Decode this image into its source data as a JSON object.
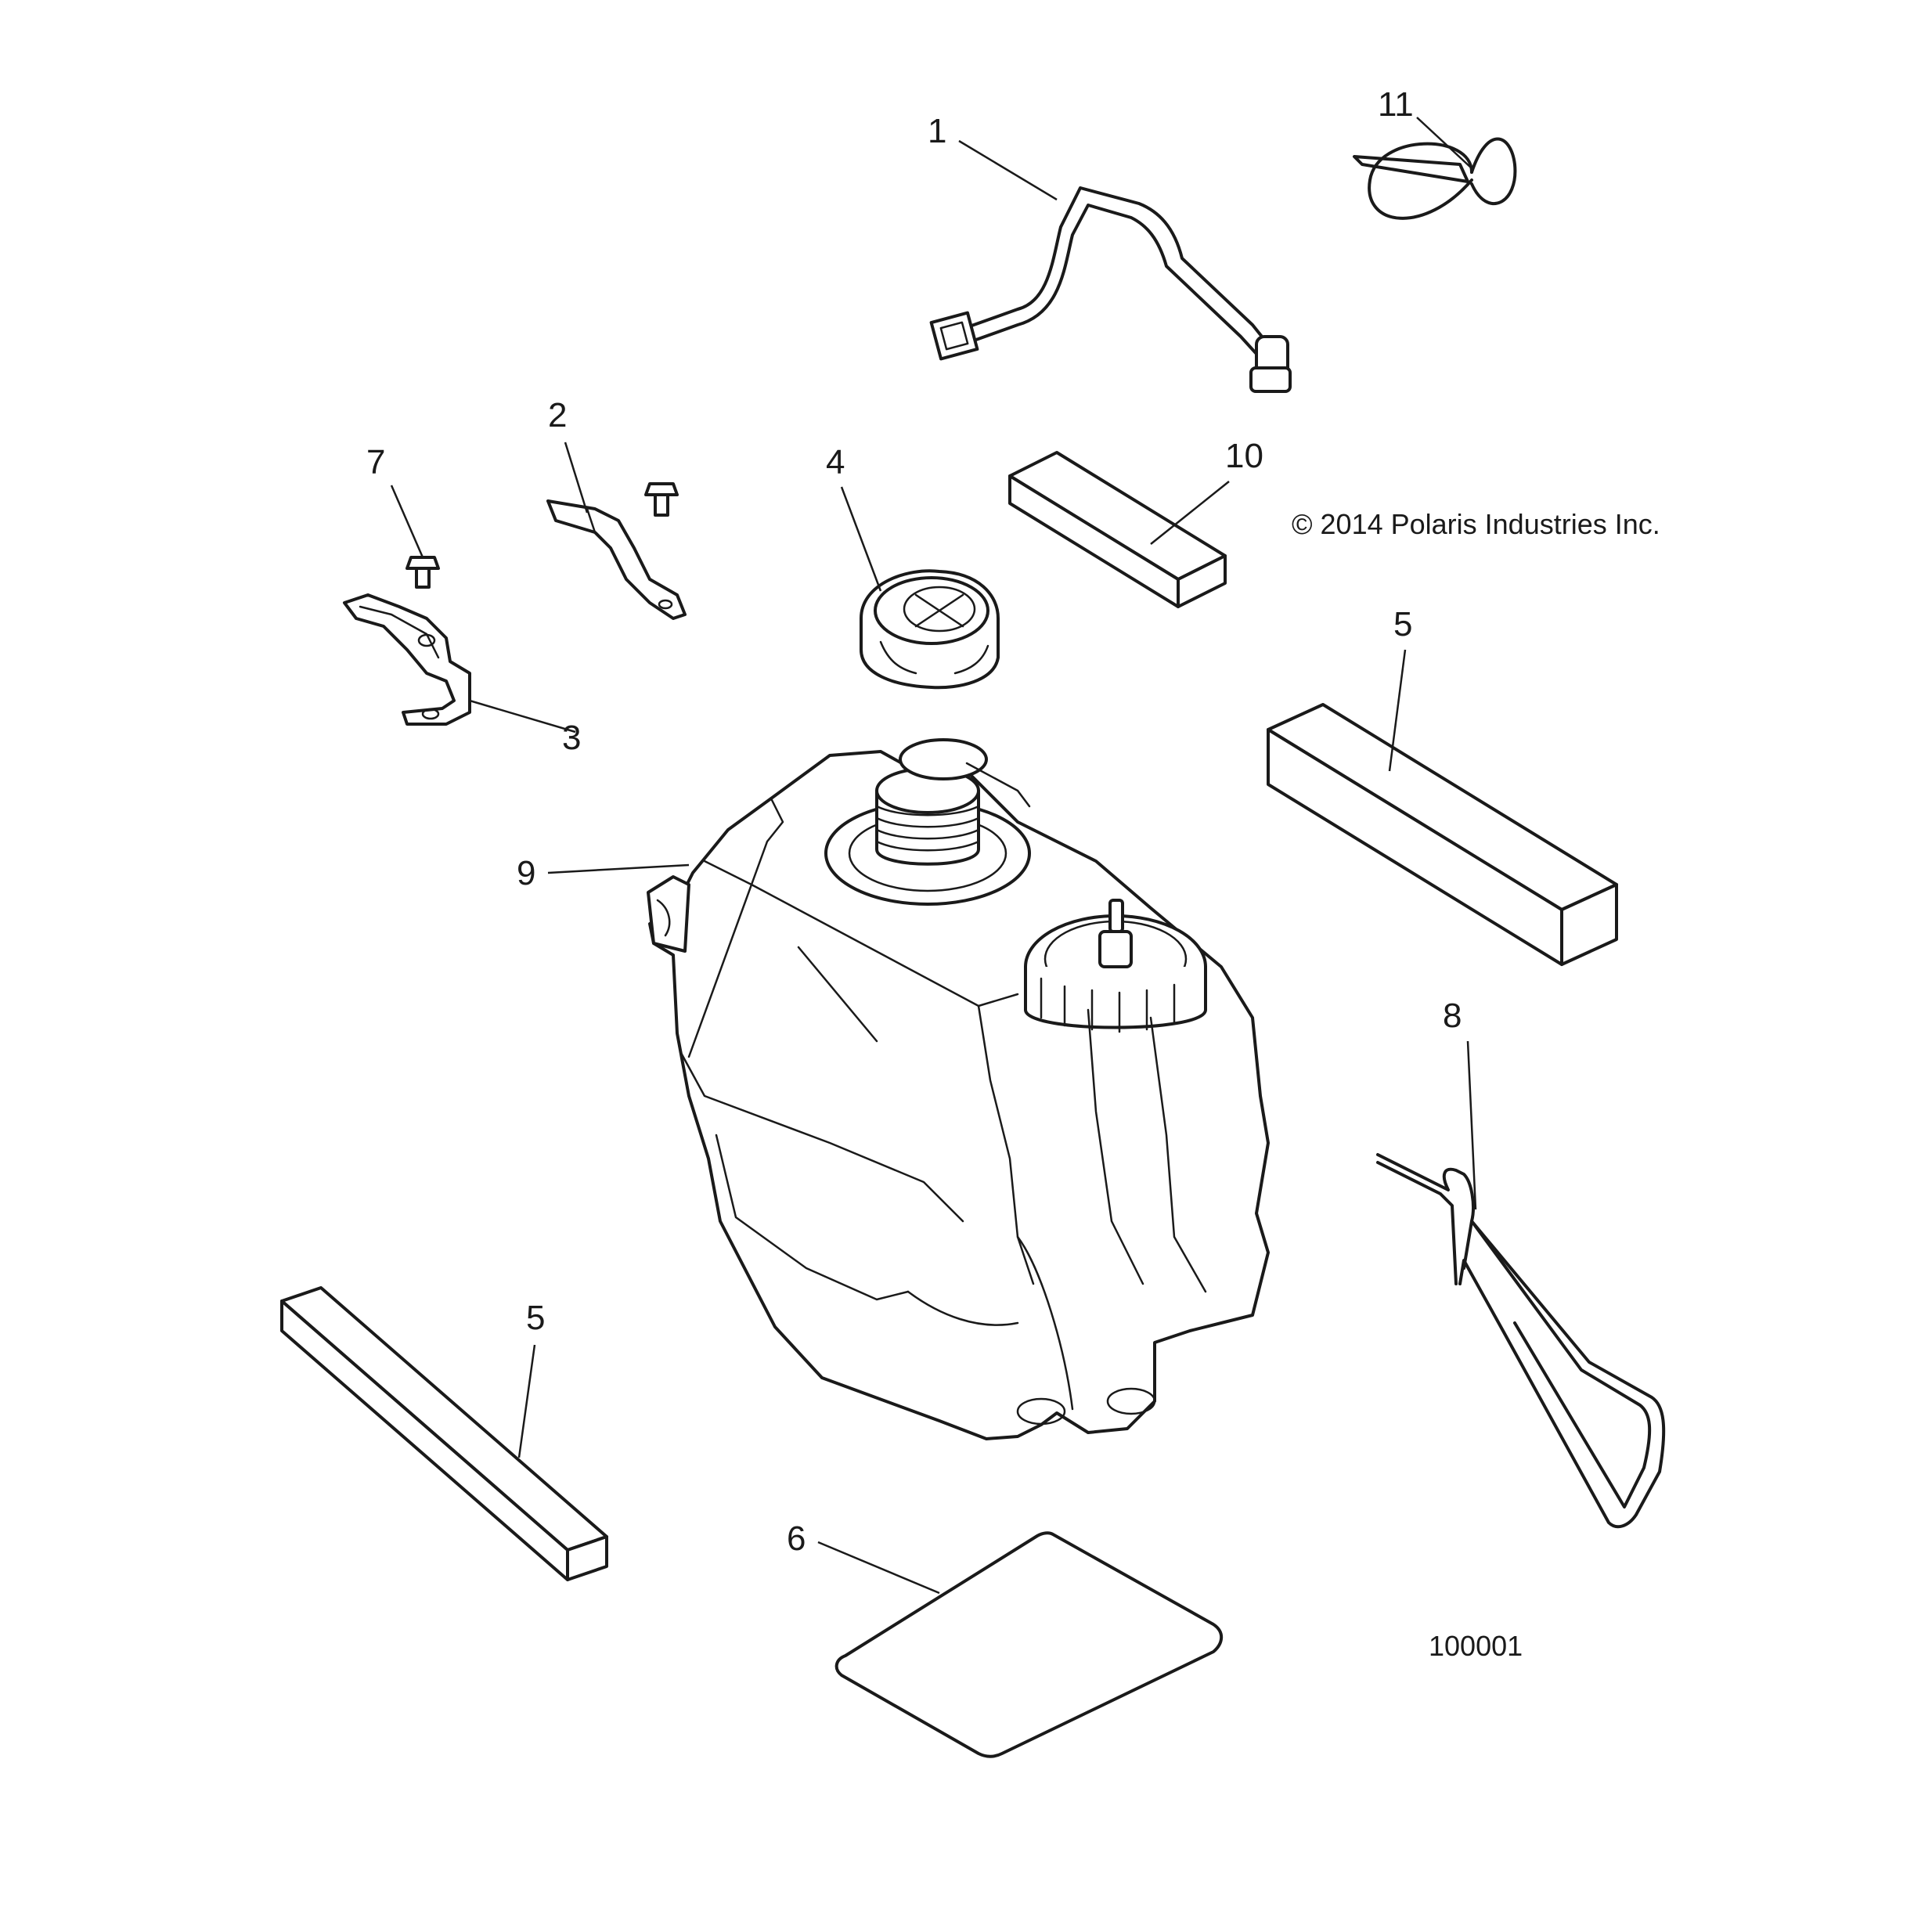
{
  "diagram": {
    "copyright": "© 2014 Polaris Industries Inc.",
    "figure_number": "100001",
    "callouts": [
      "1",
      "2",
      "3",
      "4",
      "5",
      "5",
      "6",
      "7",
      "8",
      "9",
      "10",
      "11"
    ]
  }
}
